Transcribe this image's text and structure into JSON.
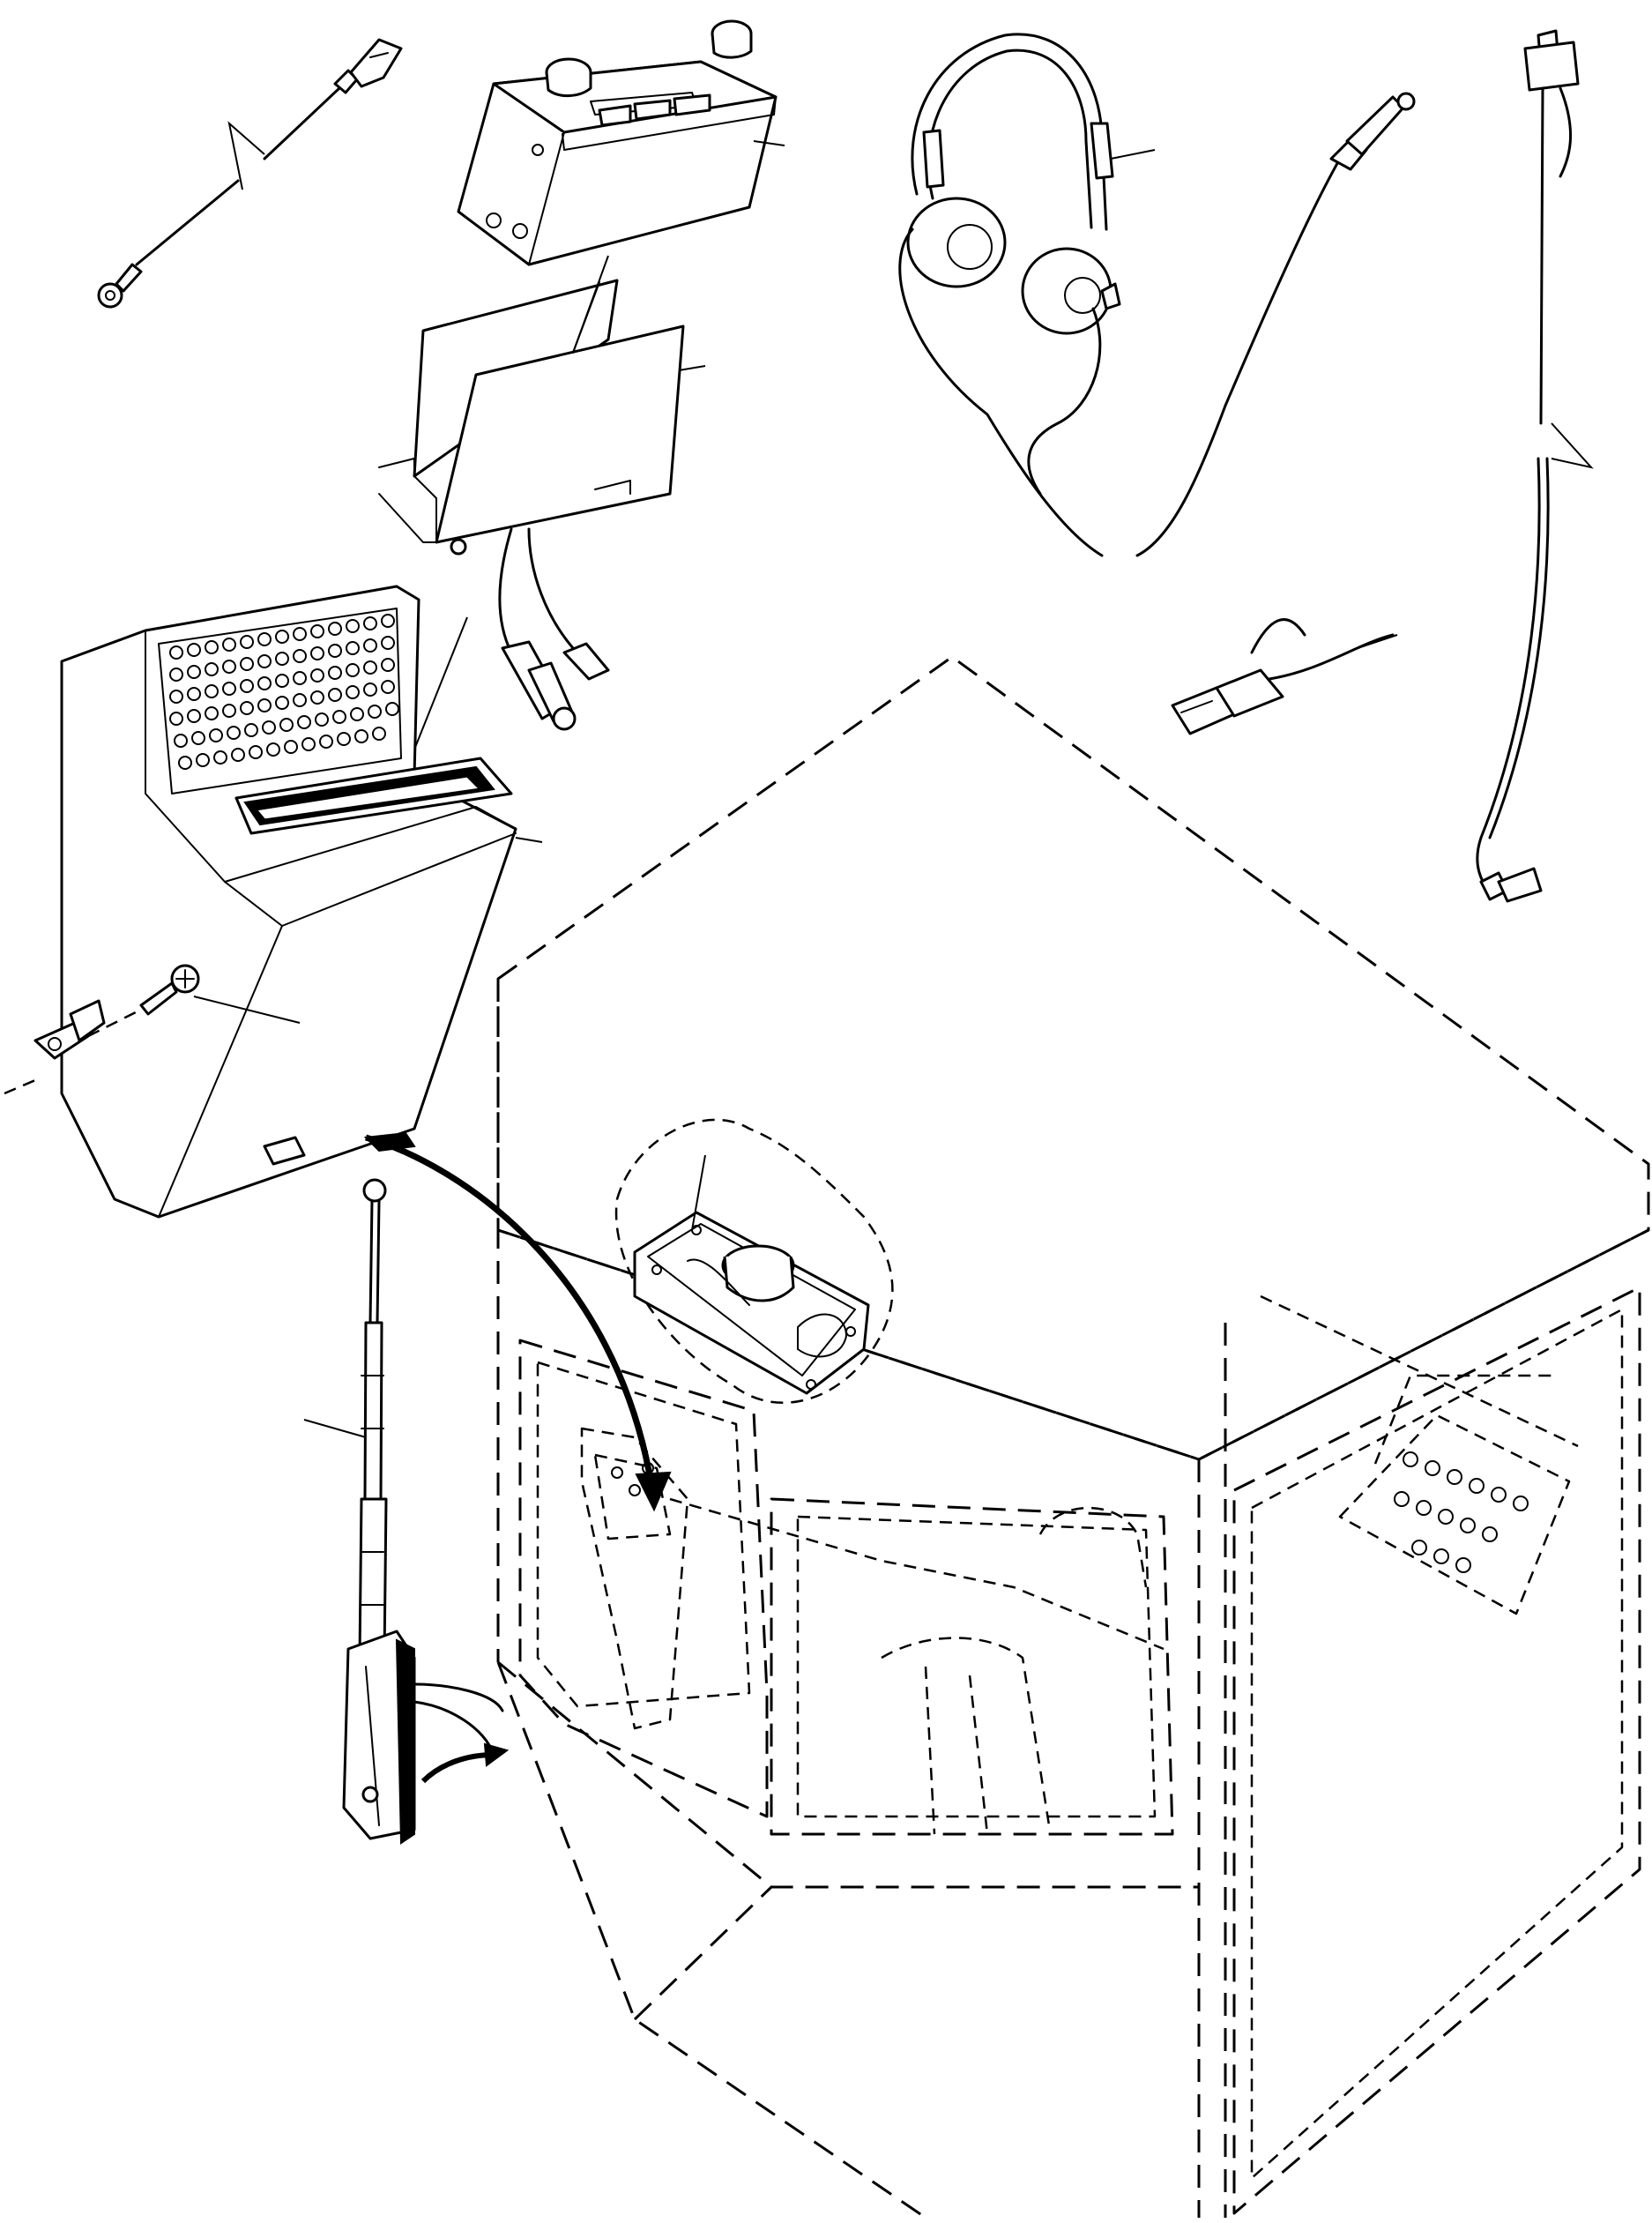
{
  "figure": {
    "components": [
      {
        "id": "ground-cable",
        "icon": "ground-cable-icon"
      },
      {
        "id": "radio-unit",
        "icon": "radio-icon"
      },
      {
        "id": "mounting-bracket",
        "icon": "bracket-icon"
      },
      {
        "id": "headphones",
        "icon": "headphones-icon"
      },
      {
        "id": "antenna-cable",
        "icon": "antenna-cable-icon"
      },
      {
        "id": "connector-plug",
        "icon": "connector-icon"
      },
      {
        "id": "console-housing",
        "icon": "console-housing-icon"
      },
      {
        "id": "retaining-clip",
        "icon": "clip-icon"
      },
      {
        "id": "mounting-screw",
        "icon": "screw-icon"
      },
      {
        "id": "loudspeaker",
        "icon": "speaker-icon"
      },
      {
        "id": "telescopic-antenna",
        "icon": "antenna-icon"
      },
      {
        "id": "operator-cab",
        "icon": "cab-outline-icon"
      }
    ]
  }
}
